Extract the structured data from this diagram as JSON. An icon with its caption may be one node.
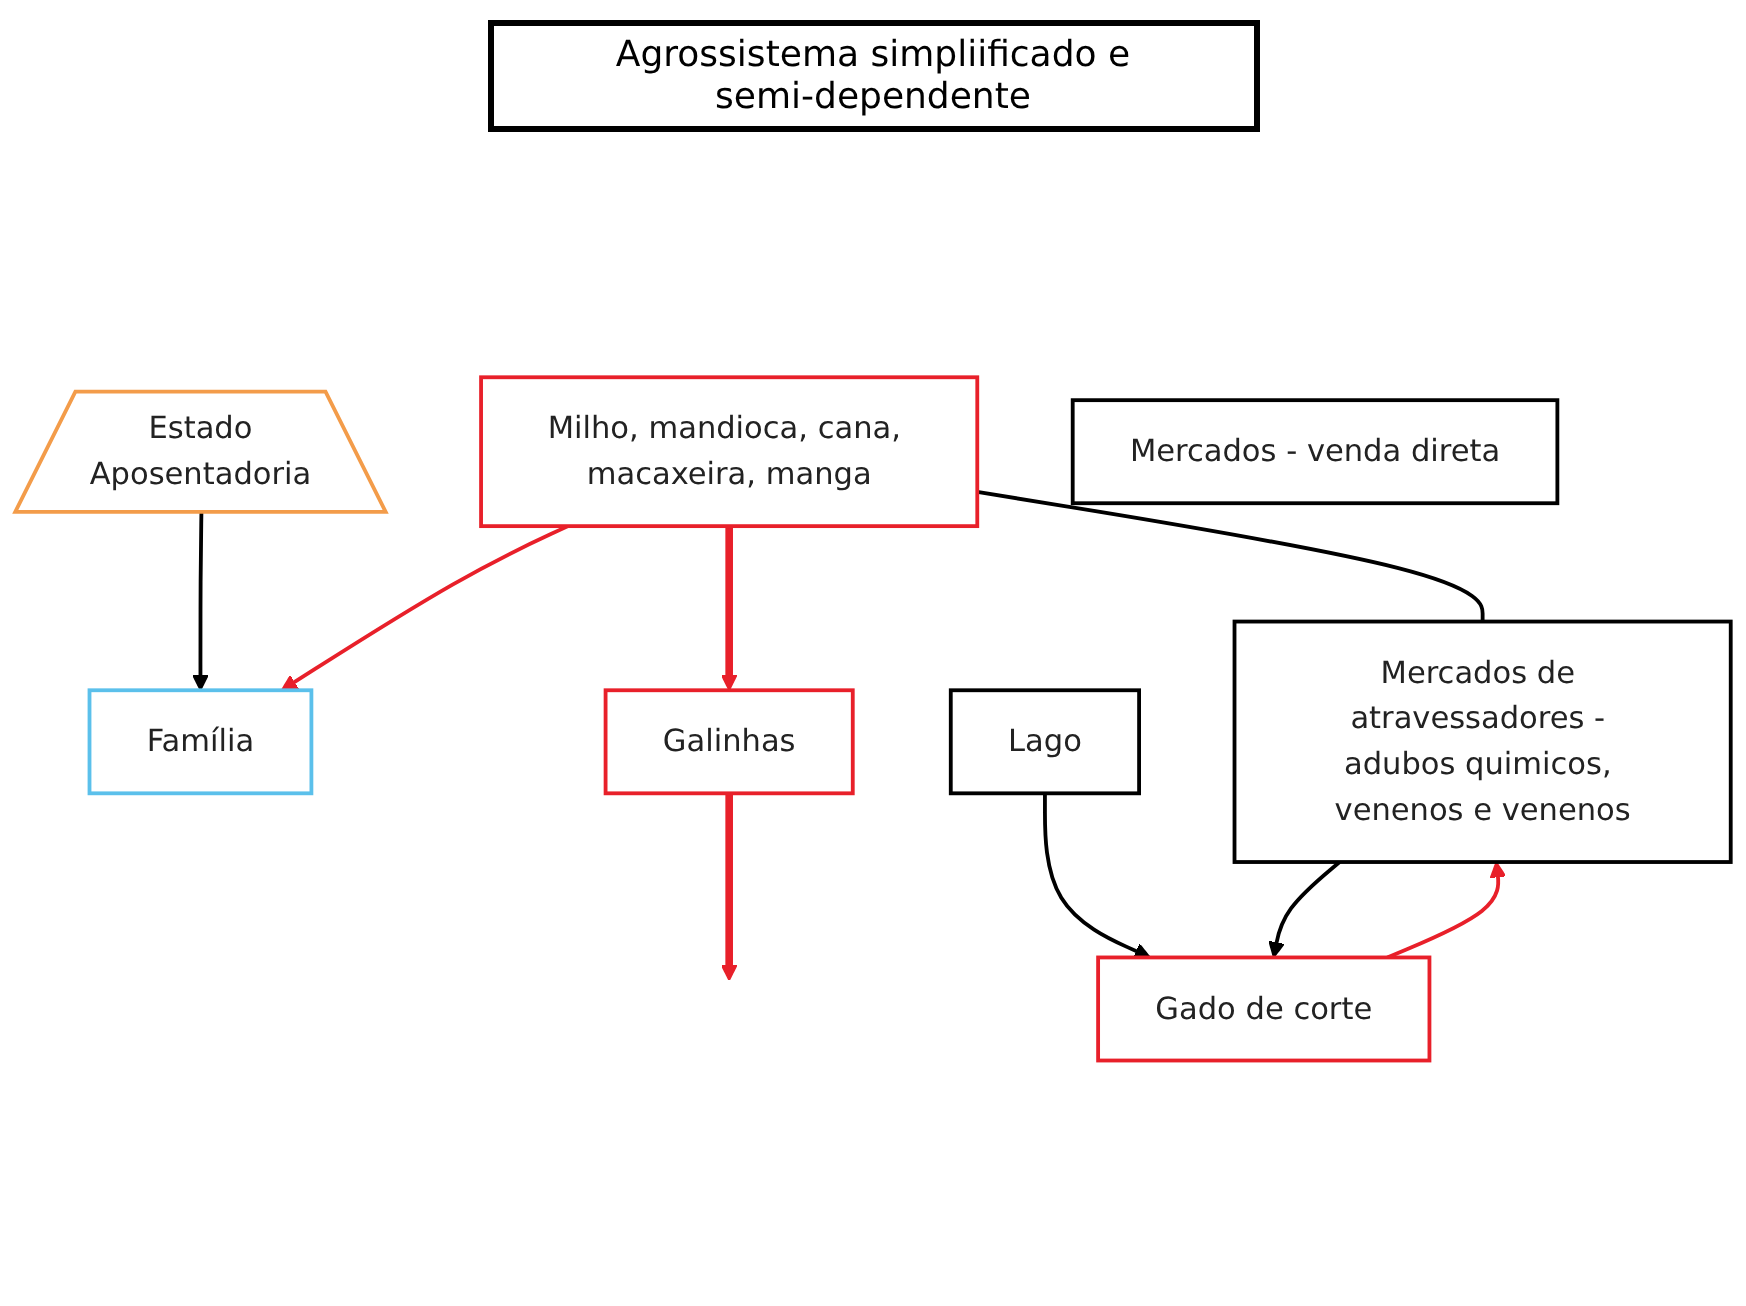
{
  "diagram": {
    "title": "Agrossistema simpliificado e semi-dependente",
    "nodes": [
      {
        "text": [
          "Família"
        ]
      },
      {
        "text": [
          "Estado",
          "Aposentadoria"
        ]
      },
      {
        "text": [
          "Milho, mandioca, cana, macaxeira, manga"
        ]
      },
      {
        "text": [
          "Galinhas"
        ]
      },
      {
        "text": [
          "Gado de corte"
        ]
      },
      {
        "text": [
          "Lago"
        ]
      },
      {
        "text": [
          "Mercados - venda direta"
        ]
      },
      {
        "text": [
          "Mercados de atravessadores - adubos quimicos, venenos e venenos"
        ]
      }
    ],
    "edges": [
      {
        "from": 1,
        "to": 0,
        "arrow": "to",
        "color": "#000000"
      },
      {
        "from": 2,
        "to": 0,
        "arrow": "to",
        "color": "#e8202a"
      },
      {
        "from": 3,
        "to": null,
        "arrow": "to",
        "style": "thick",
        "color": "#e8202a"
      },
      {
        "from": 2,
        "to": 3,
        "arrow": "to",
        "style": "thick",
        "color": "#e8202a"
      },
      {
        "from": 2,
        "to": 7,
        "arrow": "none",
        "color": "#000000"
      },
      {
        "from": 7,
        "to": 4,
        "arrow": "to",
        "color": "#000000"
      },
      {
        "from": 5,
        "to": 4,
        "arrow": "to",
        "color": "#000000"
      },
      {
        "from": 4,
        "to": 7,
        "arrow": "to",
        "color": "#e8202a"
      }
    ]
  }
}
